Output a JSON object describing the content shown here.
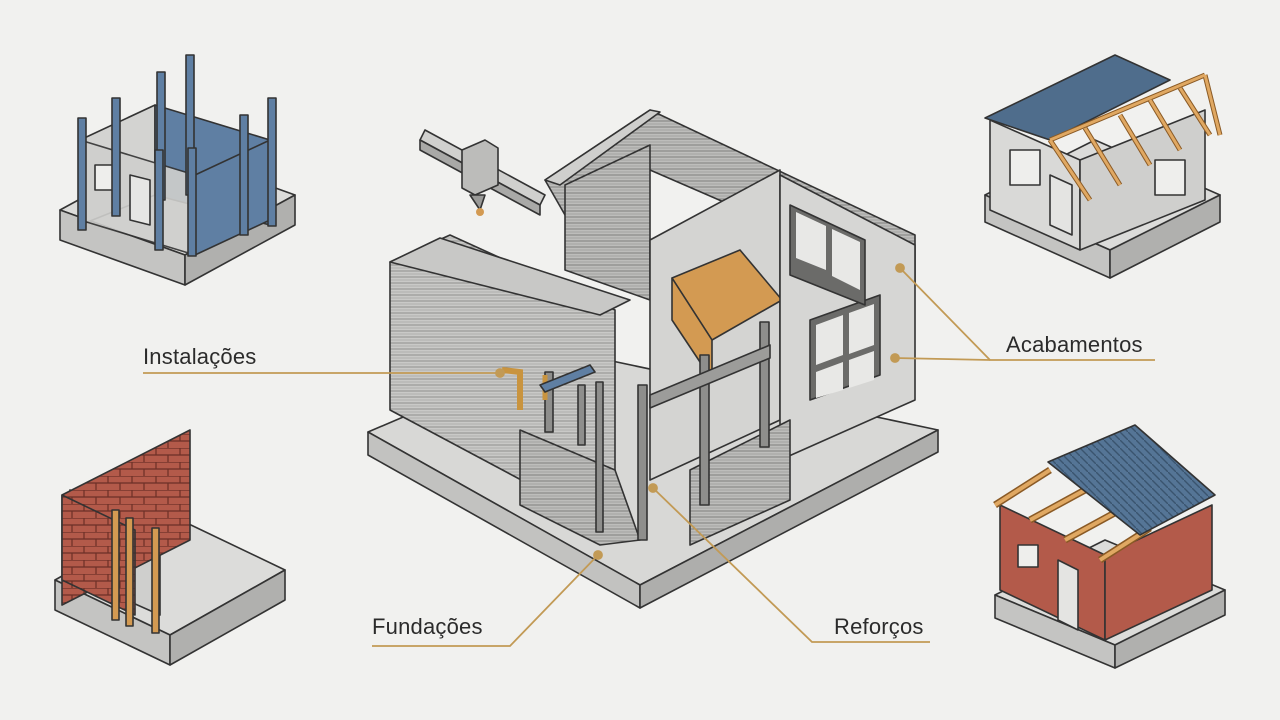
{
  "labels": {
    "instalacoes": "Instalações",
    "fundacoes": "Fundações",
    "acabamentos": "Acabamentos",
    "reforcos": "Reforços"
  },
  "colors": {
    "background": "#f1f1ef",
    "concrete": "#d7d7d5",
    "concrete_dark": "#b9b9b7",
    "steel_blue": "#5f7fa3",
    "timber": "#d39a52",
    "brick": "#b35a4a",
    "roof": "#4f6d8c",
    "leader_line": "#c29a55"
  },
  "icons": [
    "house-frame-icon",
    "brick-wall-icon",
    "roof-truss-house-icon",
    "brick-house-icon",
    "3d-printer-gantry-icon"
  ]
}
